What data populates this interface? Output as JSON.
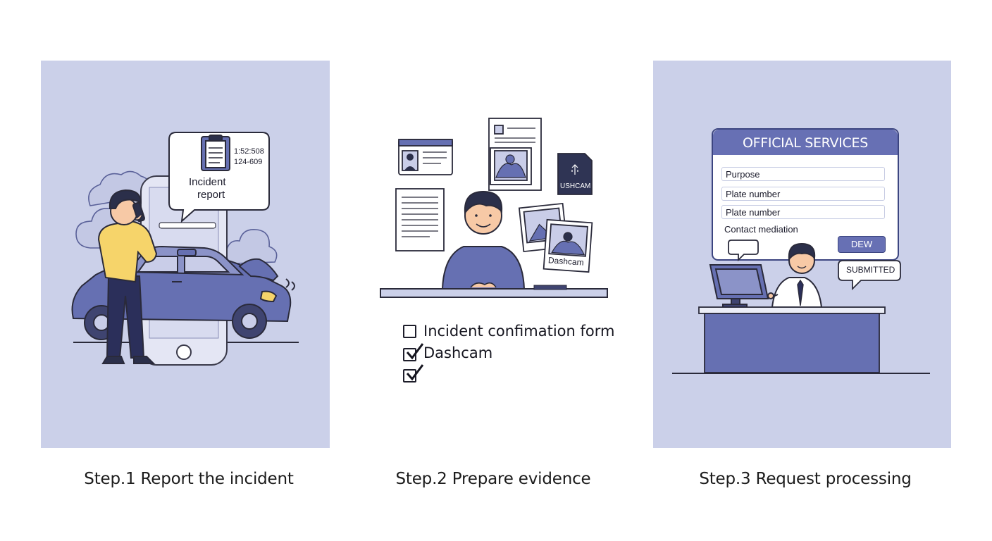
{
  "colors": {
    "panel_bg": "#cbd0e9",
    "accent": "#6670b2",
    "form_accent": "#6770b4",
    "outline": "#2a2a3a",
    "shirt_yellow": "#f6d46a",
    "skin": "#f7c9a6",
    "hair": "#2b2f4a"
  },
  "steps": [
    {
      "caption": "Step.1 Report the incident",
      "bubble_title_line1": "Incident",
      "bubble_title_line2": "report",
      "bubble_number_1": "1:52:508",
      "bubble_number_2": "124-609"
    },
    {
      "caption": "Step.2 Prepare evidence",
      "sd_card_label": "USHCAM",
      "photo_label": "Dashcam",
      "checklist": [
        {
          "label": "Incident confimation form",
          "checked": false
        },
        {
          "label": "Dashcam",
          "checked": true
        },
        {
          "label": "",
          "checked": true
        }
      ]
    },
    {
      "caption": "Step.3 Request processing",
      "form_title": "OFFICIAL SERVICES",
      "fields": [
        "Purpose",
        "Plate number",
        "Plate number"
      ],
      "contact_label": "Contact mediation",
      "button_label": "DEW",
      "status_bubble": "SUBMITTED"
    }
  ],
  "icons": [
    "phone-icon",
    "clipboard-icon",
    "usb-icon",
    "checkbox-icon",
    "checkmark-icon",
    "monitor-icon"
  ]
}
